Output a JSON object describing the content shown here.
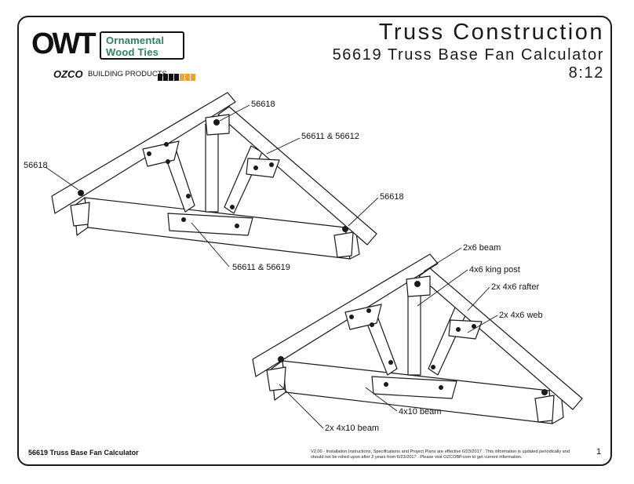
{
  "header": {
    "title": "Truss Construction",
    "subtitle": "56619 Truss Base Fan Calculator",
    "pitch": "8:12"
  },
  "logo": {
    "owt": "OWT",
    "line1": "Ornamental",
    "line2": "Wood Ties",
    "ozco": "OZCO",
    "ozco_sub": "BUILDING PRODUCTS"
  },
  "callouts": {
    "top_peak": "56618",
    "top_rafter": "56611 & 56612",
    "top_left_heel": "56618",
    "top_right_heel": "56618",
    "top_base": "56611 & 56619",
    "beam": "2x6 beam",
    "king_post": "4x6 king post",
    "rafter": "2x 4x6 rafter",
    "web": "2x 4x6 web",
    "base_beam": "4x10 beam",
    "base_double": "2x 4x10 beam"
  },
  "footer": {
    "doc_name": "56619 Truss Base Fan Calculator",
    "note": "V2.00 - Installation Instructions, Specifications and Project Plans are effective 6/23/2017 . This information is updated periodically and should not be relied upon after 2 years from 6/23/2017 . Please visit OZCOBP.com to get current information.",
    "page": "1"
  },
  "colors": {
    "brand_green": "#2f7f63",
    "accent_orange": "#e8a33a",
    "line": "#1a1a1a"
  },
  "icons": [
    "owt-logo-mark",
    "ozco-color-bars"
  ]
}
